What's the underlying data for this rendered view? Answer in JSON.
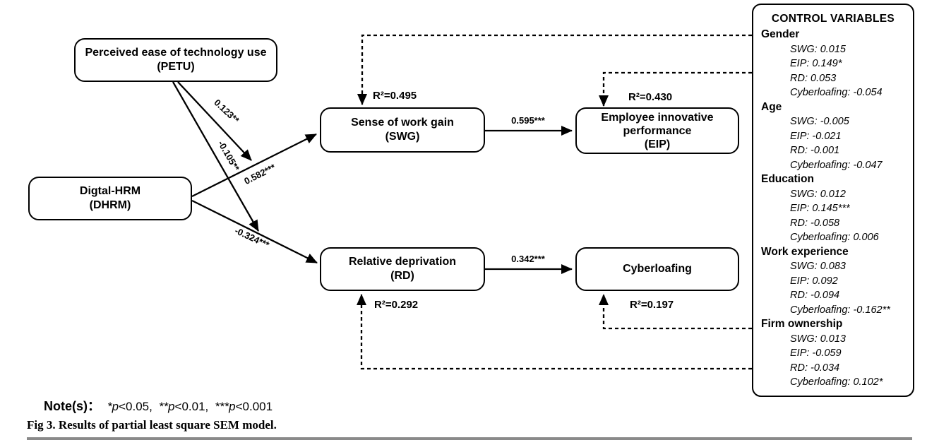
{
  "figure": {
    "colors": {
      "line": "#000000",
      "divider_rule": "#8a8a8a",
      "background": "#ffffff"
    },
    "boxes": {
      "petu": {
        "name": "Perceived ease of technology use",
        "abbr": "(PETU)"
      },
      "dhrm": {
        "name": "Digtal-HRM",
        "abbr": "(DHRM)"
      },
      "swg": {
        "name": "Sense of work gain",
        "abbr": "(SWG)",
        "r2": "R²=0.495"
      },
      "eip": {
        "name": "Employee innovative performance",
        "abbr": "(EIP)",
        "r2": "R²=0.430"
      },
      "rd": {
        "name": "Relative deprivation",
        "abbr": "(RD)",
        "r2": "R²=0.292"
      },
      "cyberloafing": {
        "name": "Cyberloafing",
        "r2": "R²=0.197"
      }
    },
    "paths": {
      "dhrm_to_swg": "0.582***",
      "dhrm_to_rd": "-0.324***",
      "swg_to_eip": "0.595***",
      "rd_to_cyberloafing": "0.342***",
      "petu_moderates_dhrm_swg": "0.123**",
      "petu_moderates_dhrm_rd": "-0.105**"
    }
  },
  "controls": {
    "title": "CONTROL VARIABLES",
    "groups": [
      {
        "name": "Gender",
        "values": [
          "SWG: 0.015",
          "EIP: 0.149*",
          "RD: 0.053",
          "Cyberloafing: -0.054"
        ]
      },
      {
        "name": "Age",
        "values": [
          "SWG: -0.005",
          "EIP: -0.021",
          "RD: -0.001",
          "Cyberloafing: -0.047"
        ]
      },
      {
        "name": "Education",
        "values": [
          "SWG: 0.012",
          "EIP: 0.145***",
          "RD: -0.058",
          "Cyberloafing: 0.006"
        ]
      },
      {
        "name": "Work experience",
        "values": [
          "SWG: 0.083",
          "EIP: 0.092",
          "RD: -0.094",
          "Cyberloafing: -0.162**"
        ]
      },
      {
        "name": "Firm ownership",
        "values": [
          "SWG: 0.013",
          "EIP: -0.059",
          "RD: -0.034",
          "Cyberloafing: 0.102*"
        ]
      }
    ]
  },
  "note": {
    "label": "Note(s)：",
    "parts": [
      {
        "stars": "*",
        "p": "p",
        "rest": "<0.05,"
      },
      {
        "stars": "**",
        "p": "p",
        "rest": "<0.01,"
      },
      {
        "stars": "***",
        "p": "p",
        "rest": "<0.001"
      }
    ]
  },
  "caption": "Fig 3. Results of partial least square SEM model."
}
